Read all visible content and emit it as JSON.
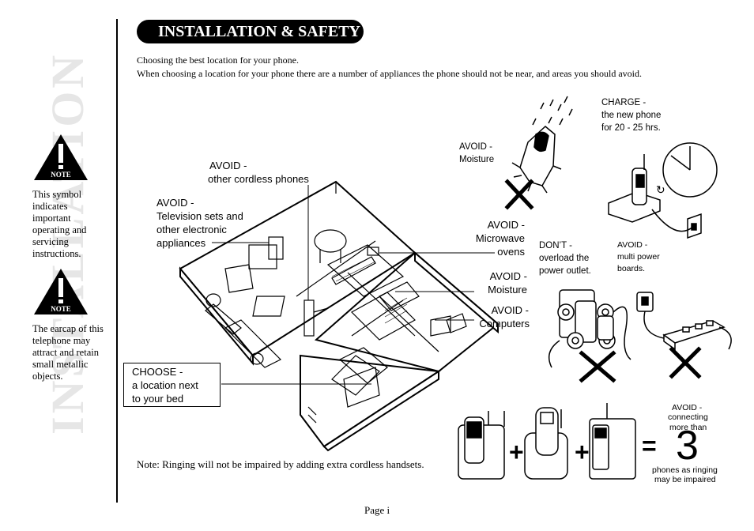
{
  "sidebar": {
    "vertical_heading": "INSTALLATION",
    "note_icon_label": "NOTE",
    "note1_text": "This symbol indicates important operating and servicing instructions.",
    "note2_text": "The earcap of this telephone may attract and retain small metallic objects."
  },
  "header": {
    "title": "INSTALLATION & SAFETY"
  },
  "intro": {
    "line1": "Choosing the best location for your phone.",
    "line2": "When choosing a location for your phone there are a number of appliances the phone should not be near, and areas you should avoid."
  },
  "labels": {
    "avoid_cordless_1": "AVOID -",
    "avoid_cordless_2": "other cordless phones",
    "avoid_tv_1": "AVOID -",
    "avoid_tv_2": "Television sets and",
    "avoid_tv_3": "other electronic",
    "avoid_tv_4": "appliances",
    "avoid_micro_1": "AVOID -",
    "avoid_micro_2": "Microwave",
    "avoid_micro_3": "ovens",
    "avoid_moist_1": "AVOID -",
    "avoid_moist_2": "Moisture",
    "avoid_comp_1": "AVOID -",
    "avoid_comp_2": "Computers",
    "choose_1": "CHOOSE -",
    "choose_2": "a location next",
    "choose_3": "to your bed",
    "moisture2_1": "AVOID -",
    "moisture2_2": "Moisture",
    "charge_1": "CHARGE -",
    "charge_2": "the new phone",
    "charge_3": "for 20 - 25 hrs.",
    "overload_1": "DON’T -",
    "overload_2": "overload the",
    "overload_3": "power outlet.",
    "multipower_1": "AVOID -",
    "multipower_2": "multi power",
    "multipower_3": "boards.",
    "connect_1": "AVOID -",
    "connect_2": "connecting",
    "connect_3": "more than",
    "connect_num": "3",
    "connect_4": "phones as ringing",
    "connect_5": "may be impaired",
    "plus": "+",
    "equals": "="
  },
  "footer": {
    "note": "Note: Ringing will not be impaired by adding extra cordless handsets.",
    "page": "Page i"
  }
}
